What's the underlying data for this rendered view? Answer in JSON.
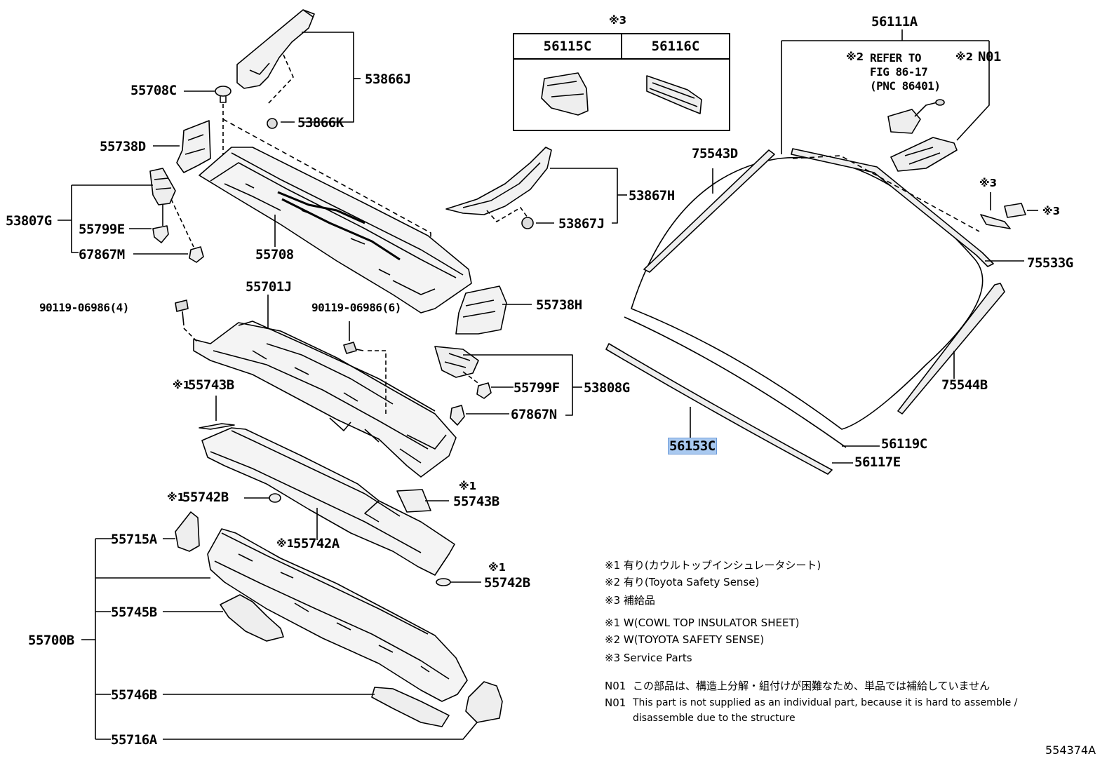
{
  "figure_code": "554374A",
  "parts": {
    "p55708C": "55708C",
    "p53866J": "53866J",
    "p53866K": "53866K",
    "p55738D": "55738D",
    "p53807G": "53807G",
    "p55799E": "55799E",
    "p67867M": "67867M",
    "p55708": "55708",
    "p53867H": "53867H",
    "p53867J": "53867J",
    "p55701J": "55701J",
    "p55738H": "55738H",
    "p90119_4": "90119-06986(4)",
    "p90119_6": "90119-06986(6)",
    "p55743B_a": "55743B",
    "p55799F": "55799F",
    "p53808G": "53808G",
    "p67867N": "67867N",
    "p55742B_a": "55742B",
    "p55743B_b": "55743B",
    "p55742A": "55742A",
    "p55715A": "55715A",
    "p55742B_b": "55742B",
    "p55745B": "55745B",
    "p55700B": "55700B",
    "p55746B": "55746B",
    "p55716A": "55716A",
    "p56111A": "56111A",
    "p75543D": "75543D",
    "p75533G": "75533G",
    "p75544B": "75544B",
    "p56153C": "56153C",
    "p56119C": "56119C",
    "p56117E": "56117E",
    "pN01": "N01",
    "p56115C": "56115C",
    "p56116C": "56116C"
  },
  "marks": {
    "m1": "※1",
    "m2": "※2",
    "m3": "※3"
  },
  "refer": {
    "line1": "REFER TO",
    "line2": "FIG 86-17",
    "line3": "(PNC 86401)"
  },
  "notes": {
    "jp1": "※1 有り(カウルトップインシュレータシート)",
    "jp2": "※2 有り(Toyota Safety Sense)",
    "jp3": "※3 補給品",
    "en1": "※1 W(COWL TOP INSULATOR SHEET)",
    "en2": "※2 W(TOYOTA SAFETY SENSE)",
    "en3": "※3 Service Parts",
    "n01_key": "N01",
    "n01_jp": "この部品は、構造上分解・組付けが困難なため、単品では補給していません",
    "n01_en1": "This part is not supplied as an individual part, because it is hard to assemble /",
    "n01_en2": "disassemble due to the structure"
  }
}
